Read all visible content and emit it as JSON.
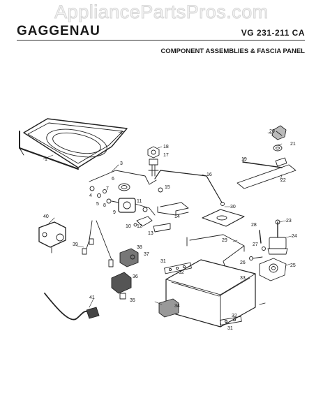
{
  "watermark": "AppliancePartsPros.com",
  "header": {
    "brand": "GAGGENAU",
    "model": "VG 231-211 CA",
    "subtitle": "COMPONENT ASSEMBLIES & FASCIA PANEL"
  },
  "callouts": [
    "1",
    "2",
    "3",
    "4",
    "5",
    "6",
    "7",
    "8",
    "9",
    "10",
    "11",
    "12",
    "13",
    "14",
    "15",
    "16",
    "17",
    "18",
    "19",
    "20",
    "21",
    "22",
    "23",
    "24",
    "25",
    "26",
    "27",
    "28",
    "29",
    "30",
    "31",
    "31",
    "32",
    "32",
    "33",
    "34",
    "35",
    "36",
    "37",
    "38",
    "39",
    "40",
    "41"
  ]
}
